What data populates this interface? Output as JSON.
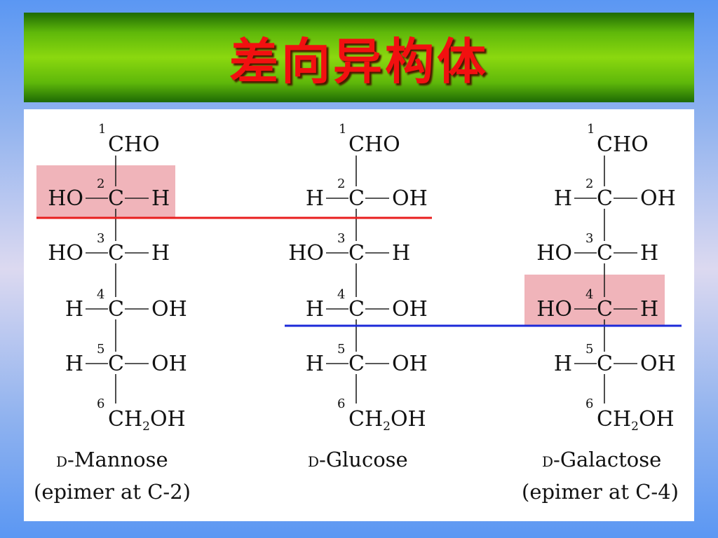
{
  "title": "差向异构体",
  "colors": {
    "title_text": "#f21010",
    "highlight": "#f0b4ba",
    "c2_line": "#e81e1e",
    "c4_line": "#1c2ad8"
  },
  "common": {
    "cho": "CHO",
    "ch": "CH",
    "ch_sub": "2",
    "ch_tail": "OH",
    "carbon": "C",
    "num": {
      "c1": "1",
      "c2": "2",
      "c3": "3",
      "c4": "4",
      "c5": "5",
      "c6": "6"
    },
    "sc_d": "D"
  },
  "mannose": {
    "c2": {
      "left": "HO",
      "right": "H"
    },
    "c3": {
      "left": "HO",
      "right": "H"
    },
    "c4": {
      "left": "H",
      "right": "OH"
    },
    "c5": {
      "left": "H",
      "right": "OH"
    },
    "name": "-Mannose",
    "note": "(epimer at C-2)"
  },
  "glucose": {
    "c2": {
      "left": "H",
      "right": "OH"
    },
    "c3": {
      "left": "HO",
      "right": "H"
    },
    "c4": {
      "left": "H",
      "right": "OH"
    },
    "c5": {
      "left": "H",
      "right": "OH"
    },
    "name": "-Glucose"
  },
  "galactose": {
    "c2": {
      "left": "H",
      "right": "OH"
    },
    "c3": {
      "left": "HO",
      "right": "H"
    },
    "c4": {
      "left": "HO",
      "right": "H"
    },
    "c5": {
      "left": "H",
      "right": "OH"
    },
    "name": "-Galactose",
    "note": "(epimer at C-4)"
  }
}
